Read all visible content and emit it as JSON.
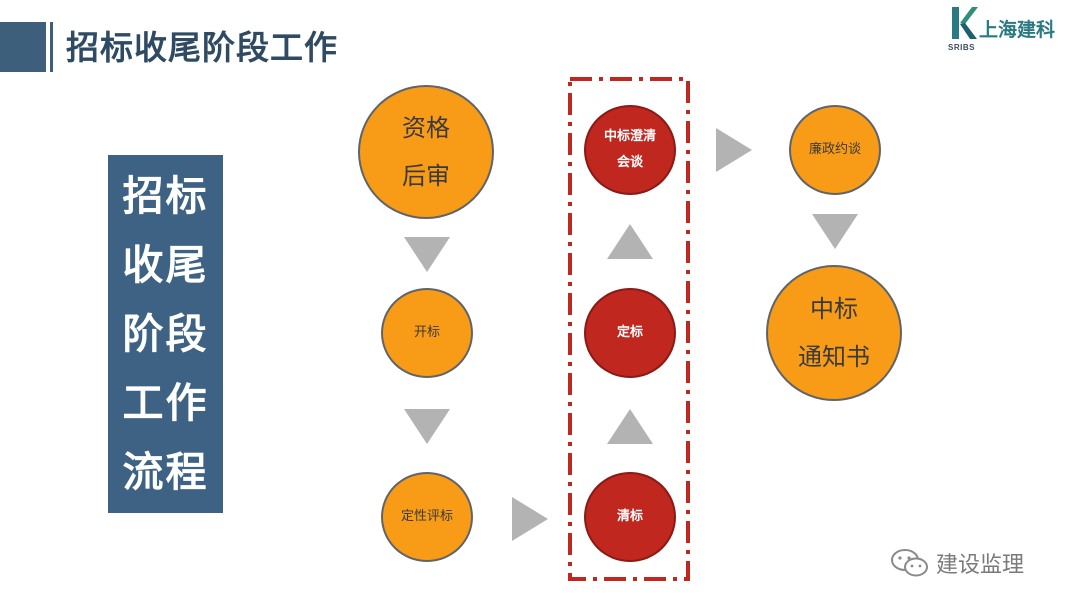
{
  "header": {
    "title": "招标收尾阶段工作"
  },
  "logo": {
    "name": "上海建科",
    "sub": "SRIBS"
  },
  "side_label": {
    "lines": [
      "招标",
      "收尾",
      "阶段",
      "工作",
      "流程"
    ]
  },
  "nodes": {
    "qualification_review": {
      "lines": [
        "资格",
        "后审"
      ]
    },
    "bid_opening": {
      "lines": [
        "开标"
      ]
    },
    "qualitative_evaluation": {
      "lines": [
        "定性评标"
      ]
    },
    "bid_clarification": {
      "lines": [
        "清标"
      ]
    },
    "bid_determination": {
      "lines": [
        "定标"
      ]
    },
    "winner_clarification_talk": {
      "lines": [
        "中标澄清",
        "会谈"
      ]
    },
    "integrity_talk": {
      "lines": [
        "廉政约谈"
      ]
    },
    "award_notice": {
      "lines": [
        "中标",
        "通知书"
      ]
    }
  },
  "watermark": {
    "text": "建设监理",
    "icon": "wechat-icon"
  },
  "colors": {
    "header_blue": "#3d5f7c",
    "orange_node": "#f89b16",
    "red_node": "#c0271f",
    "arrow_gray": "#b3b3b3",
    "dash_red": "#c0271f"
  }
}
